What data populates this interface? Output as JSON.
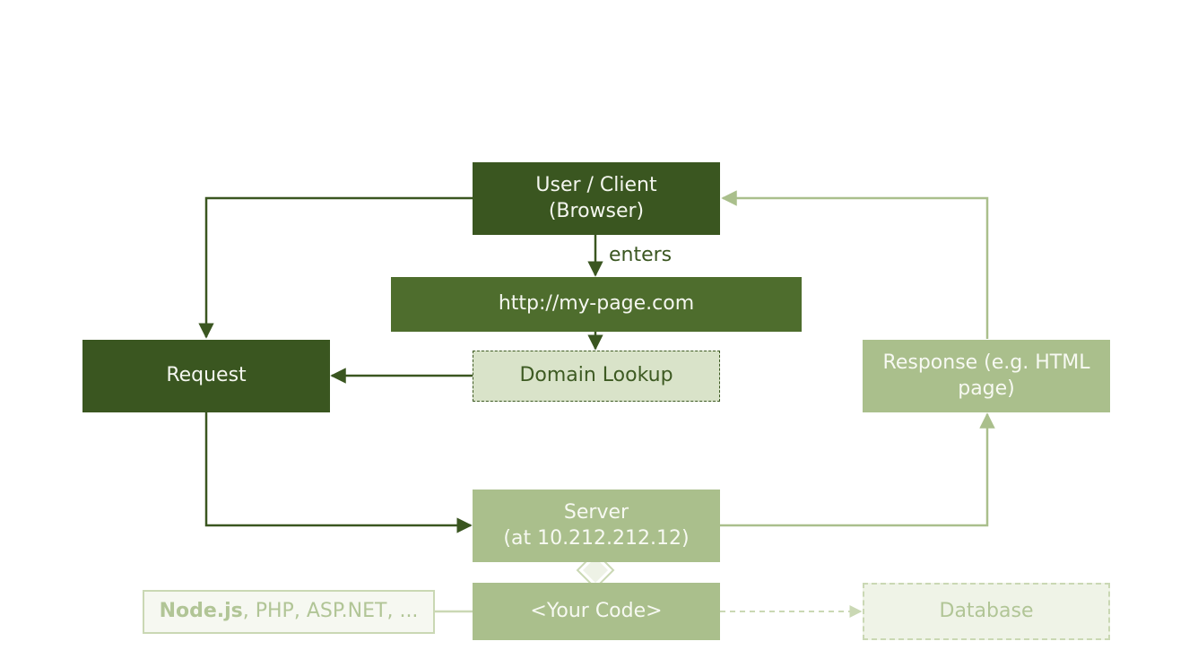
{
  "nodes": {
    "client": {
      "line1": "User / Client",
      "line2": "(Browser)"
    },
    "url": "http://my-page.com",
    "lookup": "Domain Lookup",
    "request": "Request",
    "response": {
      "line1": "Response (e.g. HTML",
      "line2": "page)"
    },
    "server": {
      "line1": "Server",
      "line2": "(at 10.212.212.12)"
    },
    "code": "<Your Code>",
    "languages": {
      "bold": "Node.js",
      "rest": ", PHP, ASP.NET, ..."
    },
    "database": "Database"
  },
  "edges": {
    "enters_label": "enters"
  },
  "colors": {
    "dark_green": "#3a5620",
    "mid_green": "#4e6d2d",
    "pale_green": "#d9e3c9",
    "light_green": "#aabf8c",
    "faded_green": "#cad8b4"
  }
}
